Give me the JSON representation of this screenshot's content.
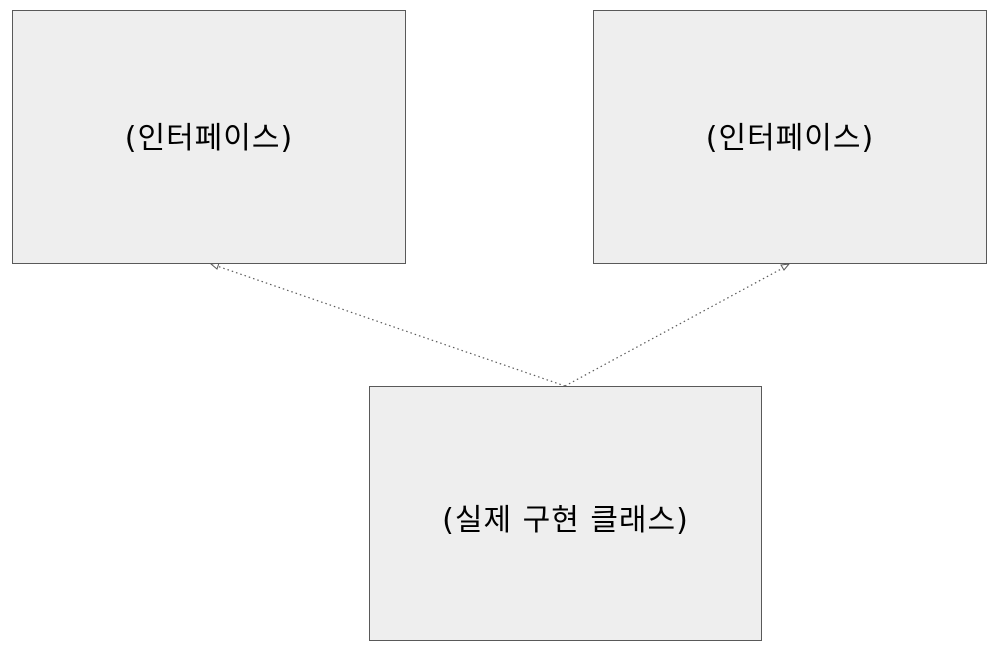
{
  "diagram": {
    "nodes": {
      "interface_left": {
        "label": "(인터페이스)"
      },
      "interface_right": {
        "label": "(인터페이스)"
      },
      "implementation": {
        "label": "(실제 구현 클래스)"
      }
    },
    "edges": [
      {
        "from": "implementation",
        "to": "interface_left",
        "style": "dotted",
        "arrowhead": "hollow-triangle"
      },
      {
        "from": "implementation",
        "to": "interface_right",
        "style": "dotted",
        "arrowhead": "hollow-triangle"
      }
    ],
    "colors": {
      "node_fill": "#eeeeee",
      "node_border": "#595959",
      "edge": "#595959",
      "text": "#000000"
    }
  }
}
